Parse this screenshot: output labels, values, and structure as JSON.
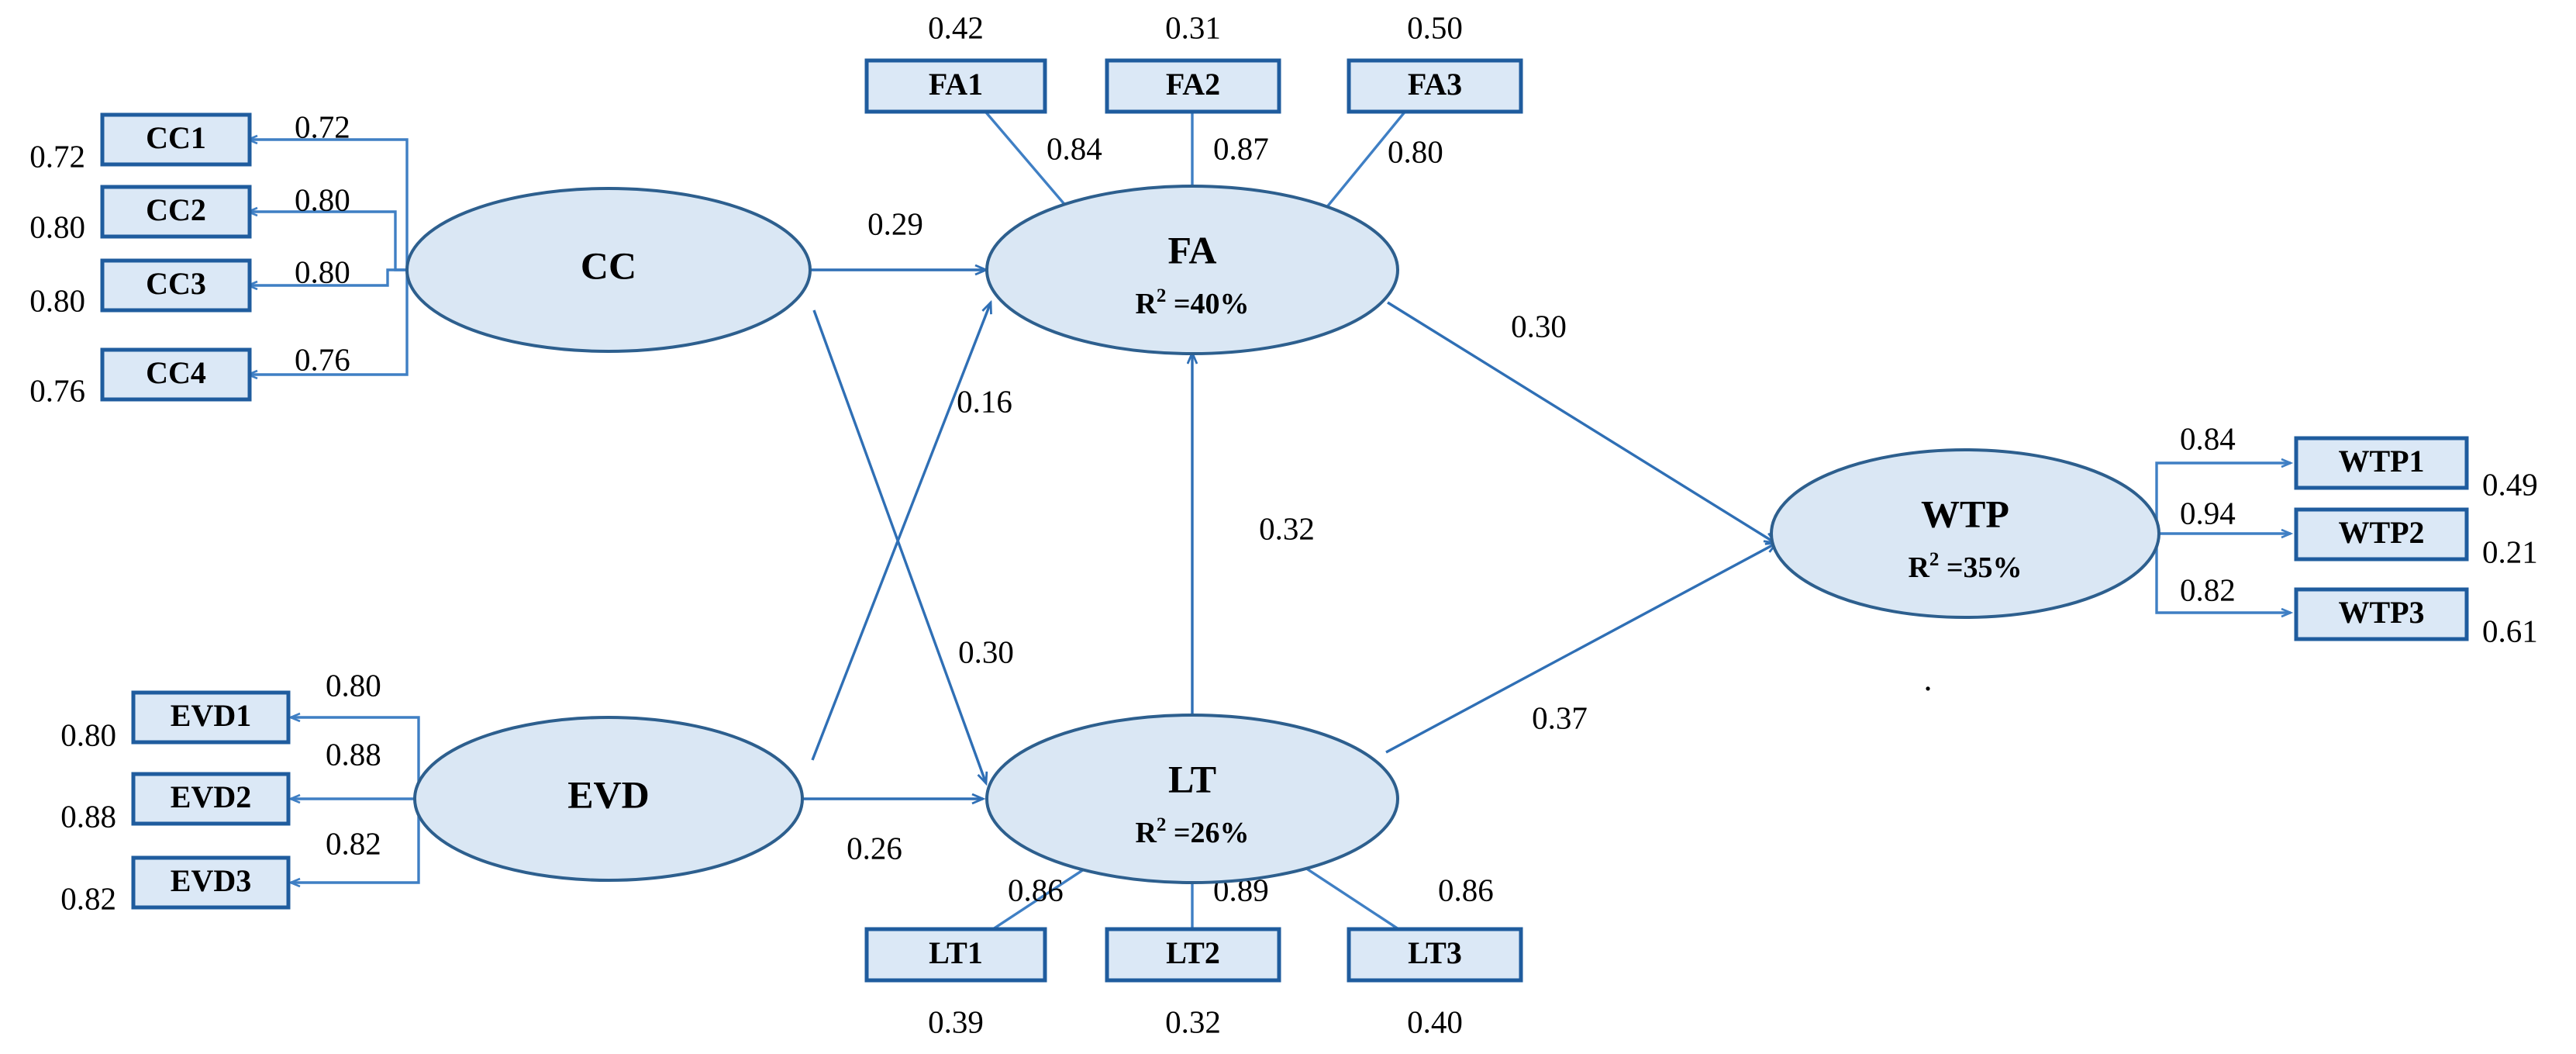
{
  "diagram": {
    "type": "sem-path-diagram",
    "title": "Structural Equation Model Path Diagram",
    "accent_color": "#3f7fc4",
    "box_fill": "#dbe8f6",
    "box_stroke": "#1f5c9e",
    "ellipse_fill": "#dae7f4",
    "ellipse_stroke": "#2d5f8e",
    "stray_mark": "."
  },
  "latents": {
    "cc": {
      "name": "CC",
      "r2": null,
      "r2_text": ""
    },
    "evd": {
      "name": "EVD",
      "r2": null,
      "r2_text": ""
    },
    "fa": {
      "name": "FA",
      "r2": 40,
      "r2_prefix": "R",
      "r2_sup": "2",
      "r2_suffix": " =40%"
    },
    "lt": {
      "name": "LT",
      "r2": 26,
      "r2_prefix": "R",
      "r2_sup": "2",
      "r2_suffix": " =26%"
    },
    "wtp": {
      "name": "WTP",
      "r2": 35,
      "r2_prefix": "R",
      "r2_sup": "2",
      "r2_suffix": " =35%"
    }
  },
  "indicators": {
    "cc": [
      {
        "label": "CC1",
        "loading": "0.72",
        "error": "0.72"
      },
      {
        "label": "CC2",
        "loading": "0.80",
        "error": "0.80"
      },
      {
        "label": "CC3",
        "loading": "0.80",
        "error": "0.80"
      },
      {
        "label": "CC4",
        "loading": "0.76",
        "error": "0.76"
      }
    ],
    "evd": [
      {
        "label": "EVD1",
        "loading": "0.80",
        "error": "0.80"
      },
      {
        "label": "EVD2",
        "loading": "0.88",
        "error": "0.88"
      },
      {
        "label": "EVD3",
        "loading": "0.82",
        "error": "0.82"
      }
    ],
    "fa": [
      {
        "label": "FA1",
        "loading": "0.84",
        "error": "0.42"
      },
      {
        "label": "FA2",
        "loading": "0.87",
        "error": "0.31"
      },
      {
        "label": "FA3",
        "loading": "0.80",
        "error": "0.50"
      }
    ],
    "lt": [
      {
        "label": "LT1",
        "loading": "0.86",
        "error": "0.39"
      },
      {
        "label": "LT2",
        "loading": "0.89",
        "error": "0.32"
      },
      {
        "label": "LT3",
        "loading": "0.86",
        "error": "0.40"
      }
    ],
    "wtp": [
      {
        "label": "WTP1",
        "loading": "0.84",
        "error": "0.49"
      },
      {
        "label": "WTP2",
        "loading": "0.94",
        "error": "0.21"
      },
      {
        "label": "WTP3",
        "loading": "0.82",
        "error": "0.61"
      }
    ]
  },
  "structural_paths": [
    {
      "id": "cc-fa",
      "from": "CC",
      "to": "FA",
      "coefficient": "0.29"
    },
    {
      "id": "evd-fa",
      "from": "EVD",
      "to": "FA",
      "coefficient": "0.16"
    },
    {
      "id": "cc-lt",
      "from": "CC",
      "to": "LT",
      "coefficient": "0.30"
    },
    {
      "id": "evd-lt",
      "from": "EVD",
      "to": "LT",
      "coefficient": "0.26"
    },
    {
      "id": "lt-fa",
      "from": "LT",
      "to": "FA",
      "coefficient": "0.32"
    },
    {
      "id": "fa-wtp",
      "from": "FA",
      "to": "WTP",
      "coefficient": "0.30"
    },
    {
      "id": "lt-wtp",
      "from": "LT",
      "to": "WTP",
      "coefficient": "0.37"
    }
  ],
  "chart_data": {
    "type": "diagram",
    "title": "SEM path diagram: CC, EVD -> FA, LT -> WTP",
    "nodes": [
      "CC",
      "EVD",
      "FA",
      "LT",
      "WTP"
    ],
    "measurement_loadings": {
      "CC": {
        "CC1": 0.72,
        "CC2": 0.8,
        "CC3": 0.8,
        "CC4": 0.76
      },
      "EVD": {
        "EVD1": 0.8,
        "EVD2": 0.88,
        "EVD3": 0.82
      },
      "FA": {
        "FA1": 0.84,
        "FA2": 0.87,
        "FA3": 0.8
      },
      "LT": {
        "LT1": 0.86,
        "LT2": 0.89,
        "LT3": 0.86
      },
      "WTP": {
        "WTP1": 0.84,
        "WTP2": 0.94,
        "WTP3": 0.82
      }
    },
    "error_variances": {
      "CC1": 0.72,
      "CC2": 0.8,
      "CC3": 0.8,
      "CC4": 0.76,
      "EVD1": 0.8,
      "EVD2": 0.88,
      "EVD3": 0.82,
      "FA1": 0.42,
      "FA2": 0.31,
      "FA3": 0.5,
      "LT1": 0.39,
      "LT2": 0.32,
      "LT3": 0.4,
      "WTP1": 0.49,
      "WTP2": 0.21,
      "WTP3": 0.61
    },
    "structural_coefficients": {
      "CC->FA": 0.29,
      "EVD->FA": 0.16,
      "CC->LT": 0.3,
      "EVD->LT": 0.26,
      "LT->FA": 0.32,
      "FA->WTP": 0.3,
      "LT->WTP": 0.37
    },
    "r_squared": {
      "FA": 0.4,
      "LT": 0.26,
      "WTP": 0.35
    }
  }
}
